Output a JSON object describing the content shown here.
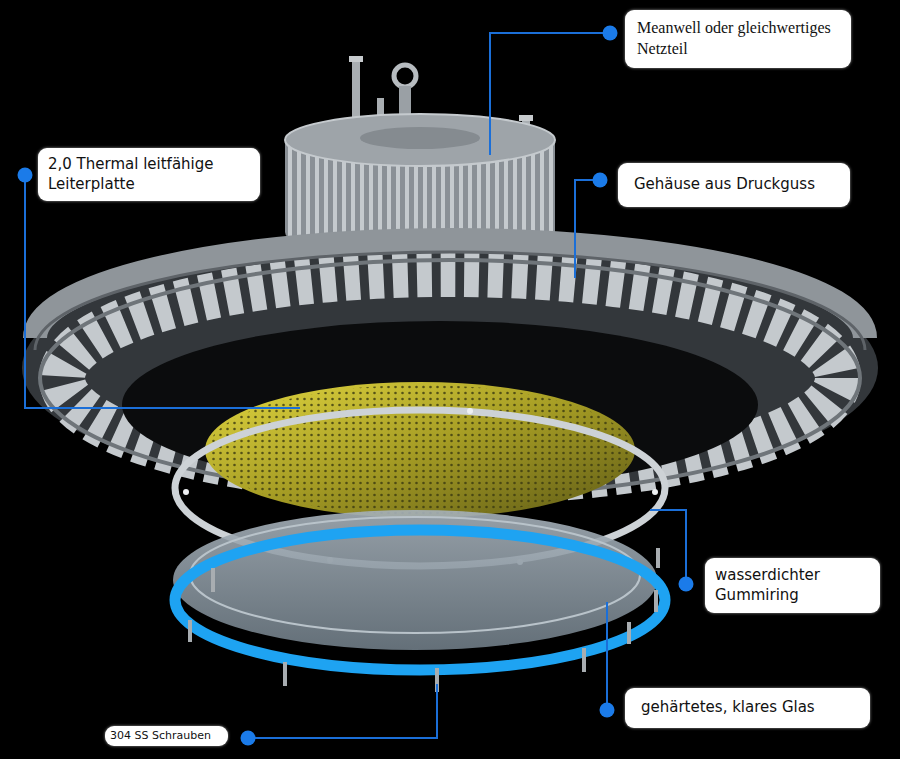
{
  "diagram": {
    "nodes": [
      {
        "text": [
          "Meanwell oder gleichwertiges Netzteil"
        ]
      },
      {
        "text": [
          "2,0 Thermal leitfähige Leiterplatte"
        ]
      },
      {
        "text": [
          "Gehäuse aus Druckguss"
        ]
      },
      {
        "text": [
          "wasserdichter Gummiring"
        ]
      },
      {
        "text": [
          "gehärtetes, klares Glas"
        ]
      },
      {
        "text": [
          "304 SS Schrauben"
        ]
      }
    ]
  }
}
